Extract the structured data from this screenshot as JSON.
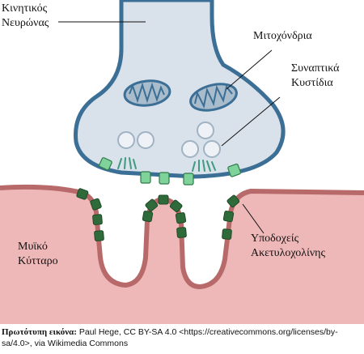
{
  "labels": {
    "motor_neuron_line1": "Κινητικός",
    "motor_neuron_line2": "Νευρώνας",
    "mitochondria": "Μιτοχόνδρια",
    "vesicles_line1": "Συναπτικά",
    "vesicles_line2": "Κυστίδια",
    "muscle_line1": "Μυϊκό",
    "muscle_line2": "Κύτταρο",
    "receptors_line1": "Υποδοχείς",
    "receptors_line2": "Ακετυλοχολίνης"
  },
  "caption": {
    "prefix": "Πρωτότυπη εικόνα:",
    "text": " Paul Hege, CC BY-SA 4.0 <https://creativecommons.org/licenses/by-sa/4.0>, via Wikimedia Commons"
  },
  "colors": {
    "neuron_fill": "#d9e1ea",
    "neuron_border": "#3b6f96",
    "muscle_fill": "#efb8b8",
    "muscle_border": "#b86a6a",
    "receptor_green": "#2f6b3a",
    "neuron_receptor_green": "#7fd39a",
    "neurotransmitter": "#3f9a80",
    "vesicle_fill": "#eef2f6",
    "mito_fill": "#a9bccc"
  }
}
